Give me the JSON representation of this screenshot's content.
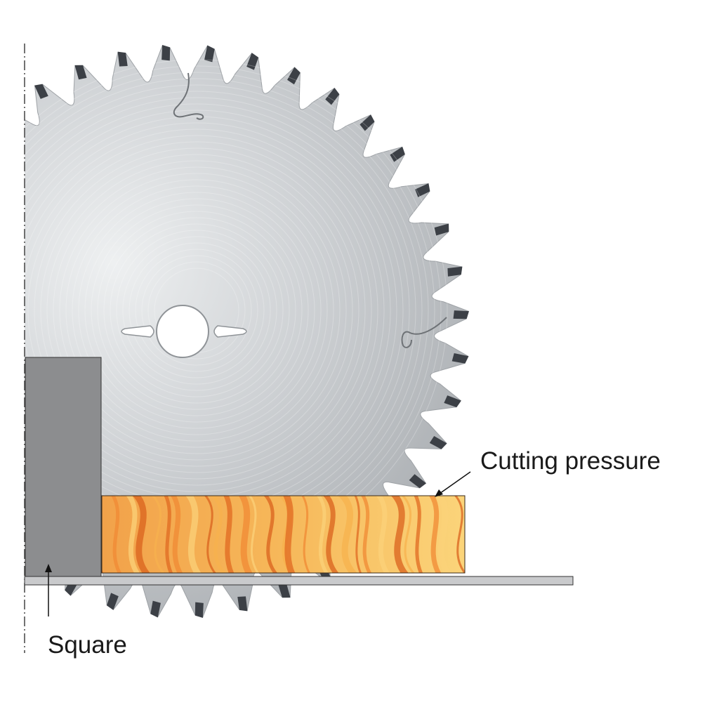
{
  "labels": {
    "cutting_pressure": "Cutting pressure",
    "square": "Square"
  },
  "blade": {
    "tooth_count": 40
  },
  "colors": {
    "blade_light": "#e6e8ea",
    "blade_mid": "#b8bcc0",
    "blade_dark": "#9a9ea3",
    "tooth_tip": "#3c4046",
    "square_block": "#8c8d8f",
    "table_rail": "#c9cacc",
    "wood_light": "#f6c06a",
    "wood_dark": "#e0782e",
    "annotation_line": "#111111"
  }
}
